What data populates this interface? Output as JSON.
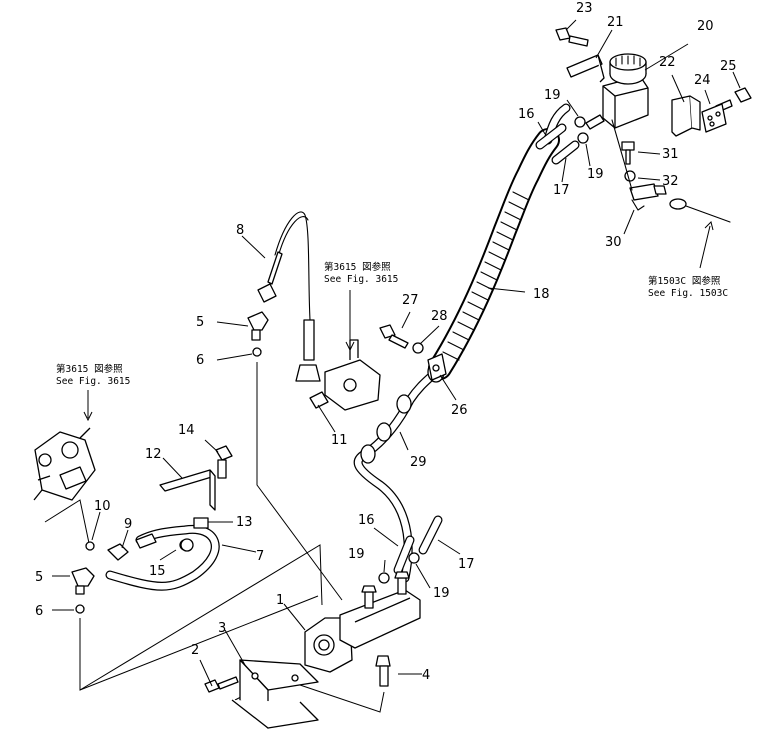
{
  "diagram": {
    "callouts": [
      {
        "id": "c1",
        "label": "1"
      },
      {
        "id": "c2",
        "label": "2"
      },
      {
        "id": "c3",
        "label": "3"
      },
      {
        "id": "c4",
        "label": "4"
      },
      {
        "id": "c5a",
        "label": "5"
      },
      {
        "id": "c5b",
        "label": "5"
      },
      {
        "id": "c6a",
        "label": "6"
      },
      {
        "id": "c6b",
        "label": "6"
      },
      {
        "id": "c7",
        "label": "7"
      },
      {
        "id": "c8",
        "label": "8"
      },
      {
        "id": "c9",
        "label": "9"
      },
      {
        "id": "c10",
        "label": "10"
      },
      {
        "id": "c11",
        "label": "11"
      },
      {
        "id": "c12",
        "label": "12"
      },
      {
        "id": "c13",
        "label": "13"
      },
      {
        "id": "c14",
        "label": "14"
      },
      {
        "id": "c15",
        "label": "15"
      },
      {
        "id": "c16a",
        "label": "16"
      },
      {
        "id": "c16b",
        "label": "16"
      },
      {
        "id": "c17a",
        "label": "17"
      },
      {
        "id": "c17b",
        "label": "17"
      },
      {
        "id": "c18",
        "label": "18"
      },
      {
        "id": "c19a",
        "label": "19"
      },
      {
        "id": "c19b",
        "label": "19"
      },
      {
        "id": "c19c",
        "label": "19"
      },
      {
        "id": "c19d",
        "label": "19"
      },
      {
        "id": "c20",
        "label": "20"
      },
      {
        "id": "c21",
        "label": "21"
      },
      {
        "id": "c22",
        "label": "22"
      },
      {
        "id": "c23",
        "label": "23"
      },
      {
        "id": "c24",
        "label": "24"
      },
      {
        "id": "c25",
        "label": "25"
      },
      {
        "id": "c26",
        "label": "26"
      },
      {
        "id": "c27",
        "label": "27"
      },
      {
        "id": "c28",
        "label": "28"
      },
      {
        "id": "c29",
        "label": "29"
      },
      {
        "id": "c30",
        "label": "30"
      },
      {
        "id": "c31",
        "label": "31"
      },
      {
        "id": "c32",
        "label": "32"
      }
    ],
    "notes": [
      {
        "id": "n1",
        "line1": "第3615 図参照",
        "line2": "See Fig. 3615"
      },
      {
        "id": "n2",
        "line1": "第3615 図参照",
        "line2": "See Fig. 3615"
      },
      {
        "id": "n3",
        "line1": "第1503C 図参照",
        "line2": "See Fig. 1503C"
      }
    ]
  }
}
